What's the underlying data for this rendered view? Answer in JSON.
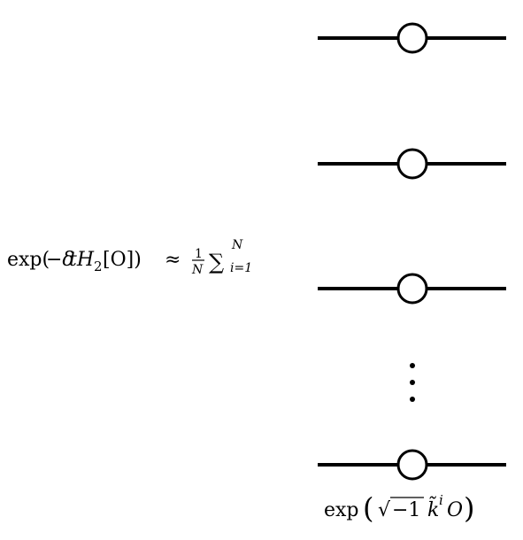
{
  "equation": {
    "exp_text": "exp(",
    "minus_delta": "−δ",
    "t_h": "tH",
    "sub_2": "2",
    "bracket_o": "[O])",
    "approx": "≈",
    "frac_num": "1",
    "frac_den": "N",
    "sum_symbol": "∑",
    "sum_upper": "N",
    "sum_lower": "i=1"
  },
  "operator_label": {
    "exp_text": "exp",
    "left_paren": "(",
    "sqrt_symbol": "√",
    "sqrt_arg": "−1",
    "k_tilde": "k̃",
    "sup_i": "i",
    "o_symbol": "O",
    "right_paren": ")"
  },
  "ellipsis": "⋮",
  "colors": {
    "stroke": "#000000",
    "background": "#ffffff"
  }
}
